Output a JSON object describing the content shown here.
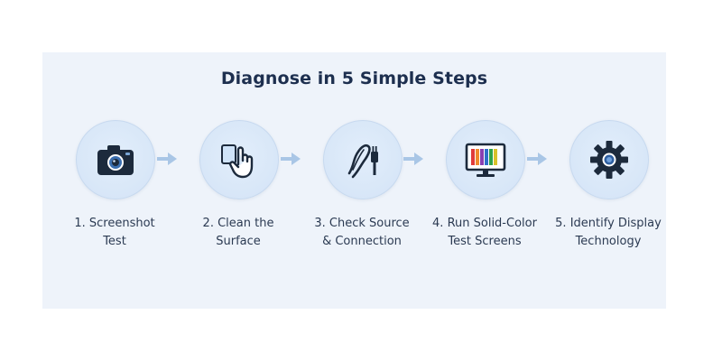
{
  "title": "Diagnose in 5 Simple Steps",
  "steps": [
    {
      "icon": "camera-icon",
      "line1": "1. Screenshot",
      "line2": "Test"
    },
    {
      "icon": "touch-hand-icon",
      "line1": "2. Clean the",
      "line2": "Surface"
    },
    {
      "icon": "cable-connector-icon",
      "line1": "3. Check Source",
      "line2": "& Connection"
    },
    {
      "icon": "monitor-color-bars-icon",
      "line1": "4. Run Solid-Color",
      "line2": "Test Screens"
    },
    {
      "icon": "gear-icon",
      "line1": "5. Identify Display",
      "line2": "Technology"
    }
  ],
  "colors": {
    "title": "#1d2f4f",
    "panel": "#eef3fa",
    "circle": "#d3e3f6",
    "arrow": "#a9c6e6",
    "icon": "#1c2a3c"
  }
}
